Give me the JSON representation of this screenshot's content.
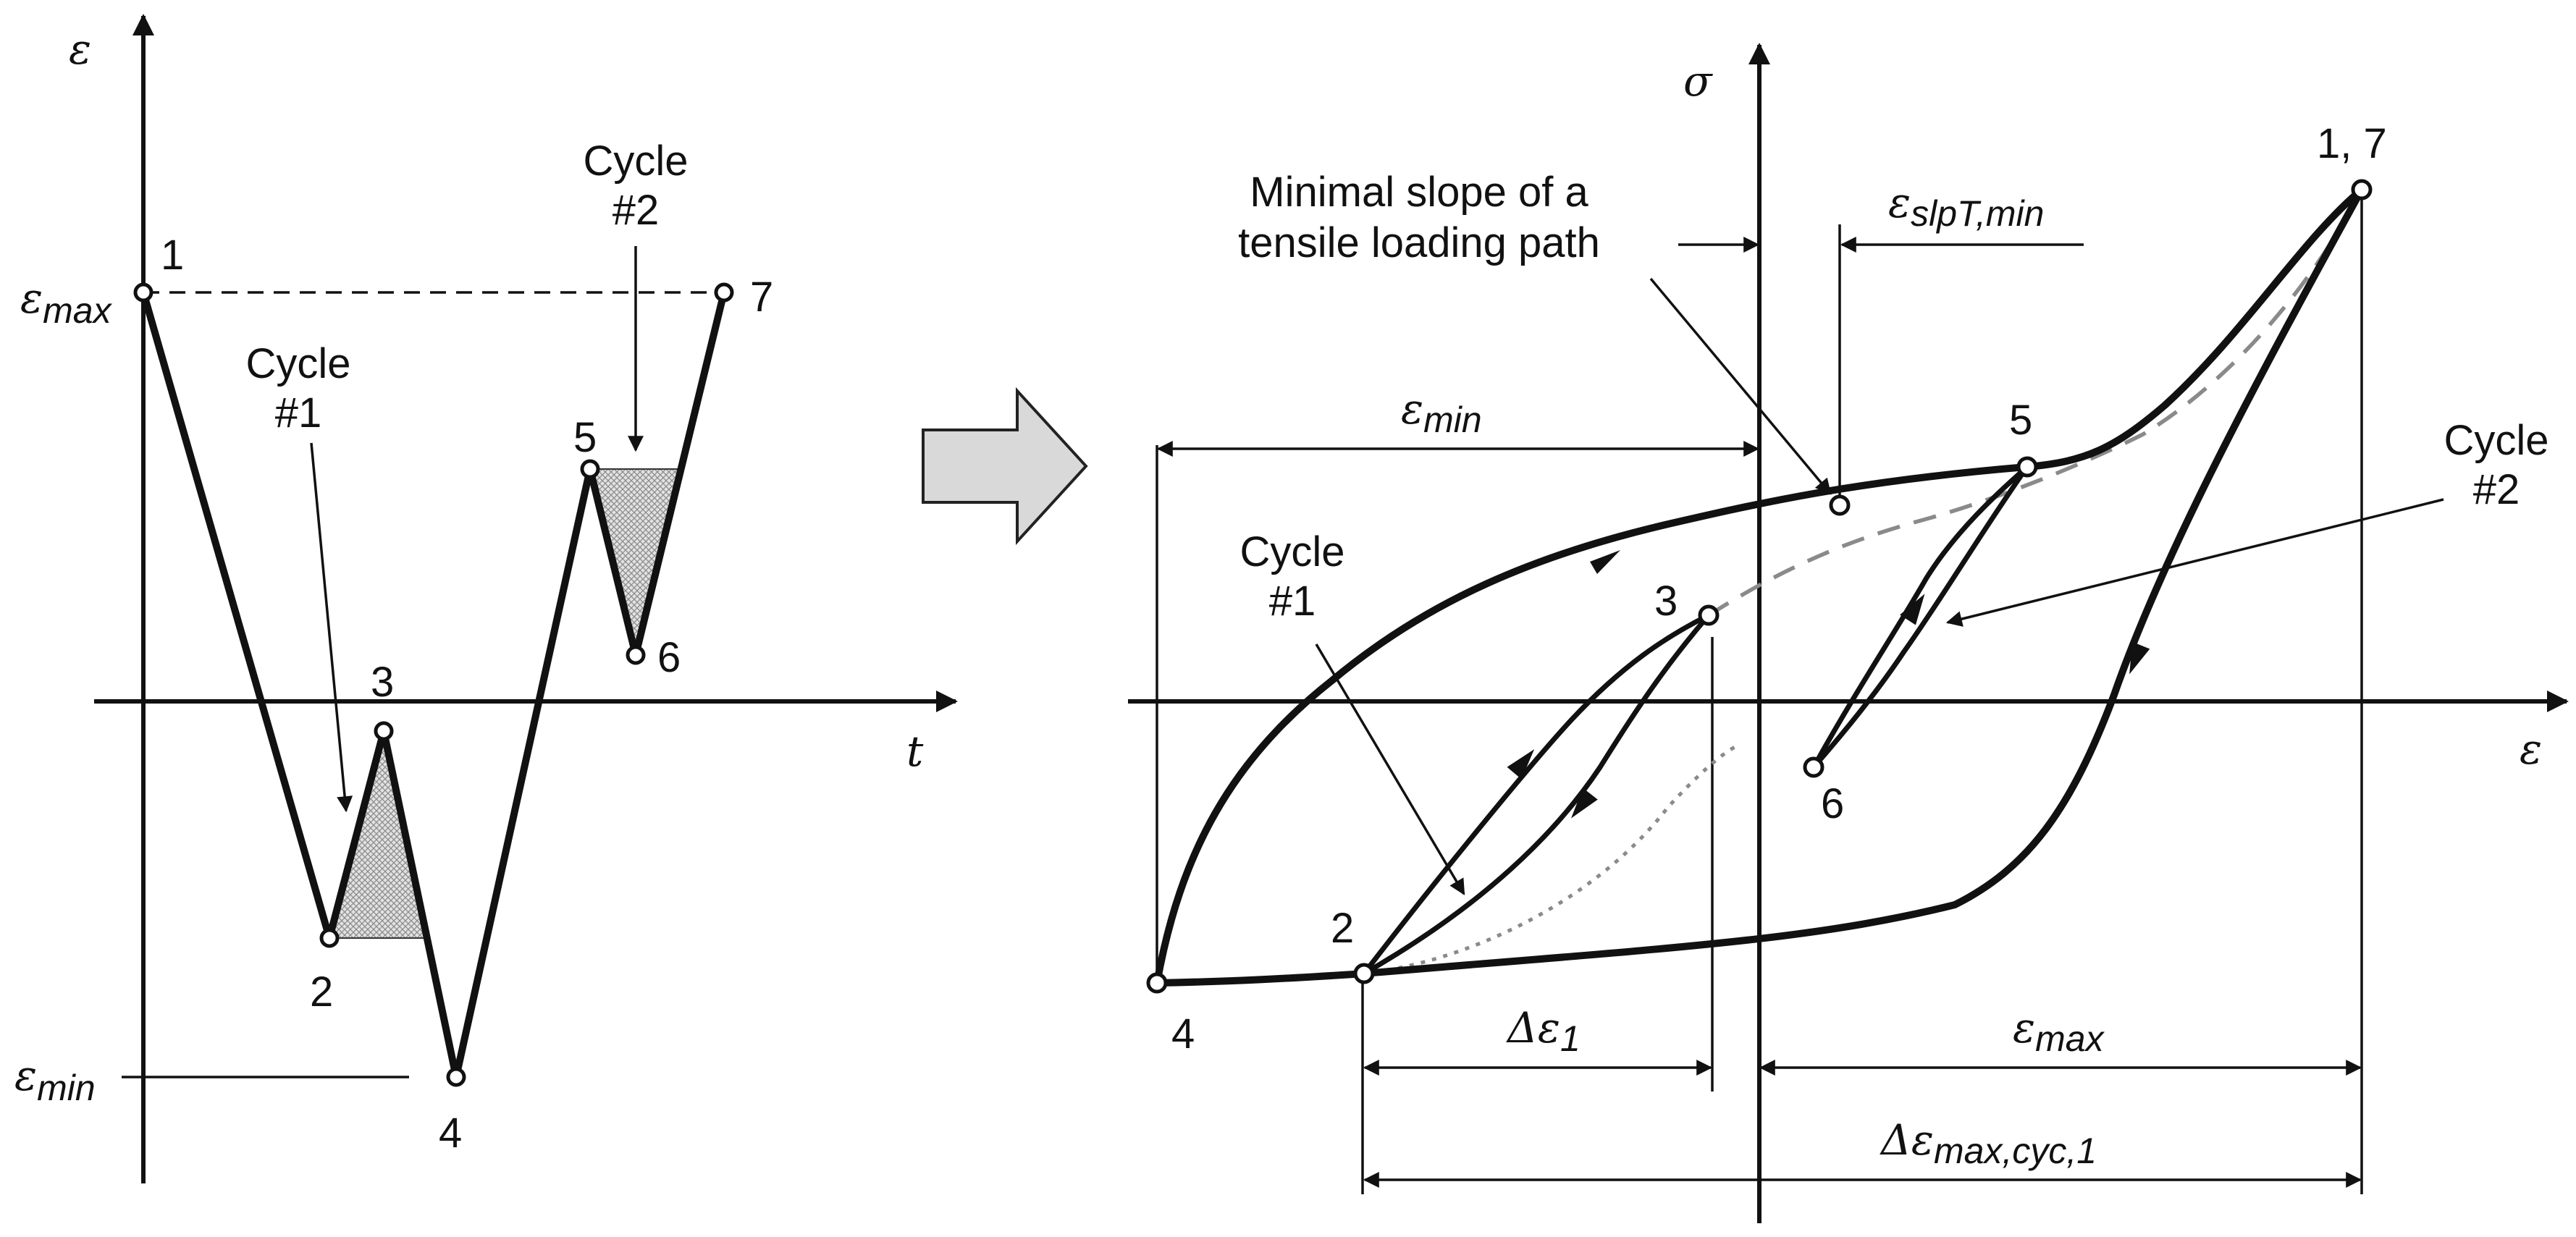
{
  "left_plot": {
    "y_axis_symbol": "ε",
    "x_axis_symbol": "t",
    "eps_max_label": "ε",
    "eps_max_sub": "max",
    "eps_min_label": "ε",
    "eps_min_sub": "min",
    "points": [
      "1",
      "2",
      "3",
      "4",
      "5",
      "6",
      "7"
    ],
    "cycle1": [
      "Cycle",
      "#1"
    ],
    "cycle2": [
      "Cycle",
      "#2"
    ]
  },
  "right_plot": {
    "y_axis_symbol": "σ",
    "x_axis_symbol": "ε",
    "points": [
      "1, 7",
      "2",
      "3",
      "4",
      "5",
      "6"
    ],
    "min_slope_note": [
      "Minimal slope of a",
      "tensile loading path"
    ],
    "eps_slpT_label": "ε",
    "eps_slpT_sub": "slpT,min",
    "eps_min_label": "ε",
    "eps_min_sub": "min",
    "eps_max_label": "ε",
    "eps_max_sub": "max",
    "delta_eps1_label": "Δε",
    "delta_eps1_sub": "1",
    "delta_eps_max_label": "Δε",
    "delta_eps_max_sub": "max,cyc,1",
    "cycle1": [
      "Cycle",
      "#1"
    ],
    "cycle2": [
      "Cycle",
      "#2"
    ]
  },
  "colors": {
    "line": "#111111",
    "arrow_fill": "#d9d9d9",
    "hatch": "#9a9a9a",
    "dashed_path": "#8a8a8a"
  }
}
